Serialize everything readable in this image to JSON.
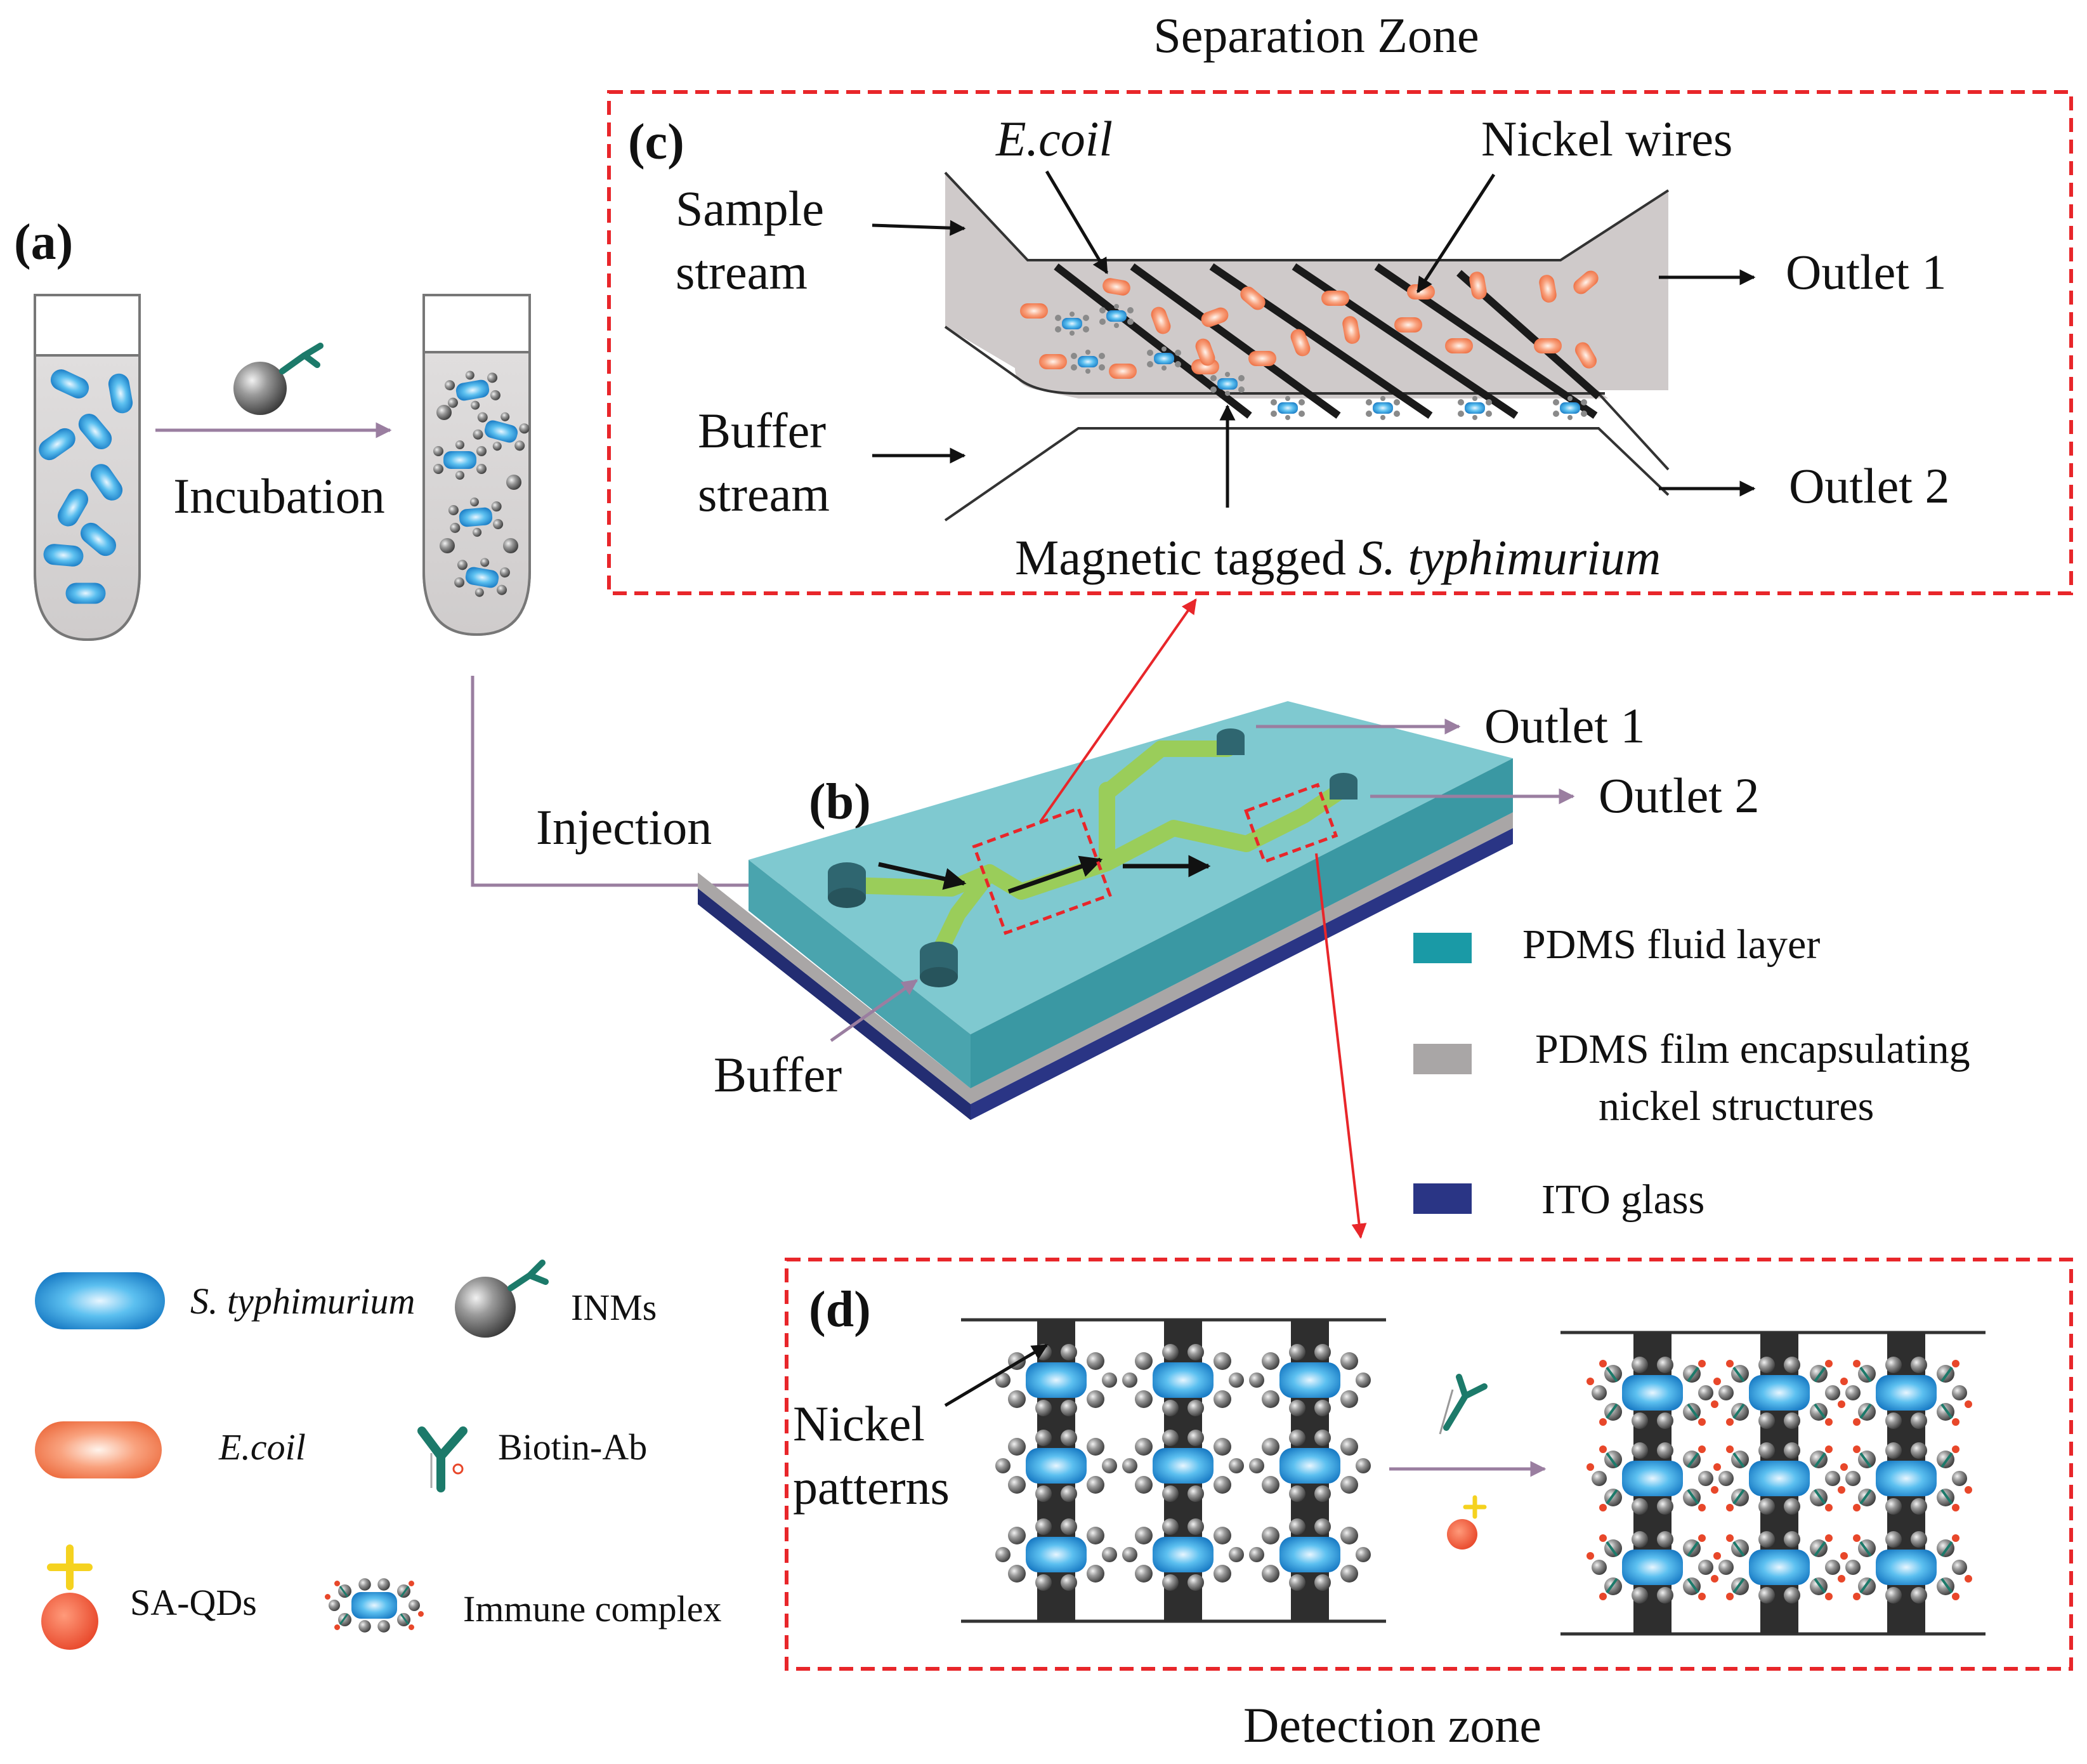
{
  "titles": {
    "separation_zone": "Separation Zone",
    "detection_zone": "Detection zone"
  },
  "panel_tags": {
    "a": "(a)",
    "b": "(b)",
    "c": "(c)",
    "d": "(d)"
  },
  "panel_a": {
    "step_label": "Incubation"
  },
  "panel_b": {
    "injection": "Injection",
    "buffer": "Buffer",
    "outlet1": "Outlet 1",
    "outlet2": "Outlet 2",
    "layers": [
      {
        "label": "PDMS fluid layer",
        "color": "#1a9aa6"
      },
      {
        "label_line1": "PDMS film encapsulating",
        "label_line2": "nickel structures",
        "color": "#a9a6a6"
      },
      {
        "label": "ITO glass",
        "color": "#2a3585"
      }
    ]
  },
  "panel_c": {
    "ecoli": "E.coil",
    "nickel_wires": "Nickel wires",
    "sample_stream_1": "Sample",
    "sample_stream_2": "stream",
    "buffer_stream_1": "Buffer",
    "buffer_stream_2": "stream",
    "outlet1": "Outlet 1",
    "outlet2": "Outlet 2",
    "magnetic_prefix": "Magnetic tagged ",
    "magnetic_species": "S. typhimurium"
  },
  "panel_d": {
    "nickel_1": "Nickel",
    "nickel_2": "patterns"
  },
  "legend": {
    "s_typhimurium": "S. typhimurium",
    "inms": "INMs",
    "ecoli": "E.coil",
    "biotin_ab": "Biotin-Ab",
    "sa_qds": "SA-QDs",
    "immune_complex": "Immune complex"
  },
  "colors": {
    "dashed_box": "#e8262a",
    "bacteria_blue": "#1f8fd4",
    "ecoli_orange": "#f4895e",
    "channel_green": "#9acd5a",
    "arrow_purple": "#9a7ea0",
    "nickel_dark": "#2e2e2e"
  }
}
